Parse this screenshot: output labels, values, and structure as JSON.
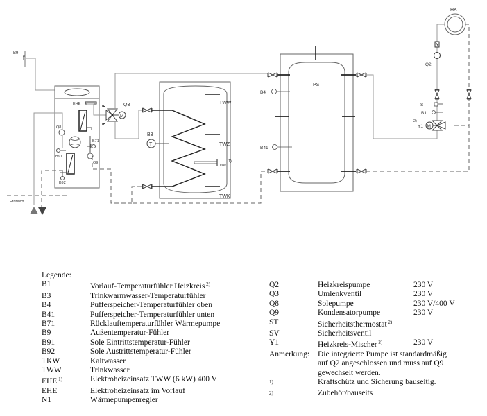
{
  "diagram": {
    "labels": {
      "b9": "B9",
      "ehe_hp": "EHE",
      "q8": "Q8",
      "b71": "B71",
      "b91": "B91",
      "q9": "Q9",
      "b92": "B92",
      "erdreich": "Erdreich",
      "q3": "Q3",
      "m": "M",
      "b3": "B3",
      "t": "T",
      "tww": "TWW",
      "twz": "TWZ",
      "ehe_tank": "EHE",
      "ehe_tank_note": "1)",
      "twk": "TWK",
      "ps": "PS",
      "b4": "B4",
      "b41": "B41",
      "hk": "HK",
      "q2": "Q2",
      "st": "ST",
      "b1": "B1",
      "y1": "Y1",
      "y1_note": "2)"
    },
    "colors": {
      "line": "#8a8a8a",
      "dark": "#222222",
      "dash": "#666666"
    }
  },
  "legend": {
    "title": "Legende:",
    "left": [
      {
        "code": "B1",
        "desc": "Vorlauf-Temperaturfühler Heizkreis",
        "sup": "2)"
      },
      {
        "code": "B3",
        "desc": "Trinkwarmwasser-Temperaturfühler",
        "sup": ""
      },
      {
        "code": "B4",
        "desc": "Pufferspeicher-Temperaturfühler oben",
        "sup": ""
      },
      {
        "code": "B41",
        "desc": "Pufferspeicher-Temperaturfühler unten",
        "sup": ""
      },
      {
        "code": "B71",
        "desc": "Rücklauftemperaturfühler Wärmepumpe",
        "sup": ""
      },
      {
        "code": "B9",
        "desc": "Außentemperatur-Fühler",
        "sup": ""
      },
      {
        "code": "B91",
        "desc": "Sole Eintrittstemperatur-Fühler",
        "sup": ""
      },
      {
        "code": "B92",
        "desc": "Sole Austrittstemperatur-Fühler",
        "sup": ""
      },
      {
        "code": "TKW",
        "desc": "Kaltwasser",
        "sup": ""
      },
      {
        "code": "TWW",
        "desc": "Trinkwasser",
        "sup": ""
      },
      {
        "code": "EHE",
        "code_sup": "1)",
        "desc": "Elektroheizeinsatz TWW (6 kW)  400 V",
        "sup": ""
      },
      {
        "code": "EHE",
        "desc": "Elektroheizeinsatz im Vorlauf",
        "sup": ""
      },
      {
        "code": "N1",
        "desc": "Wärmepumpenregler",
        "sup": ""
      }
    ],
    "right": [
      {
        "code": "Q2",
        "desc": "Heizkreispumpe",
        "sup": "",
        "voltage": "230 V"
      },
      {
        "code": "Q3",
        "desc": "Umlenkventil",
        "sup": "",
        "voltage": "230 V"
      },
      {
        "code": "Q8",
        "desc": "Solepumpe",
        "sup": "",
        "voltage": "230 V/400 V"
      },
      {
        "code": "Q9",
        "desc": "Kondensatorpumpe",
        "sup": "",
        "voltage": "230 V"
      },
      {
        "code": "ST",
        "desc": "Sicherheitsthermostat",
        "sup": "2)",
        "voltage": ""
      },
      {
        "code": "SV",
        "desc": "Sicherheitsventil",
        "sup": "",
        "voltage": ""
      },
      {
        "code": "Y1",
        "desc": "Heizkreis-Mischer",
        "sup": "2)",
        "voltage": "230 V"
      }
    ],
    "note": {
      "label": "Anmerkung:",
      "lines": [
        "Die integrierte Pumpe ist standardmäßig",
        "auf Q2 angeschlossen und muss auf Q9",
        "gewechselt werden."
      ]
    },
    "footnotes": [
      {
        "mark": "1)",
        "text": "Kraftschütz und Sicherung bauseitig."
      },
      {
        "mark": "2)",
        "text": "Zubehör/bauseits"
      }
    ]
  }
}
